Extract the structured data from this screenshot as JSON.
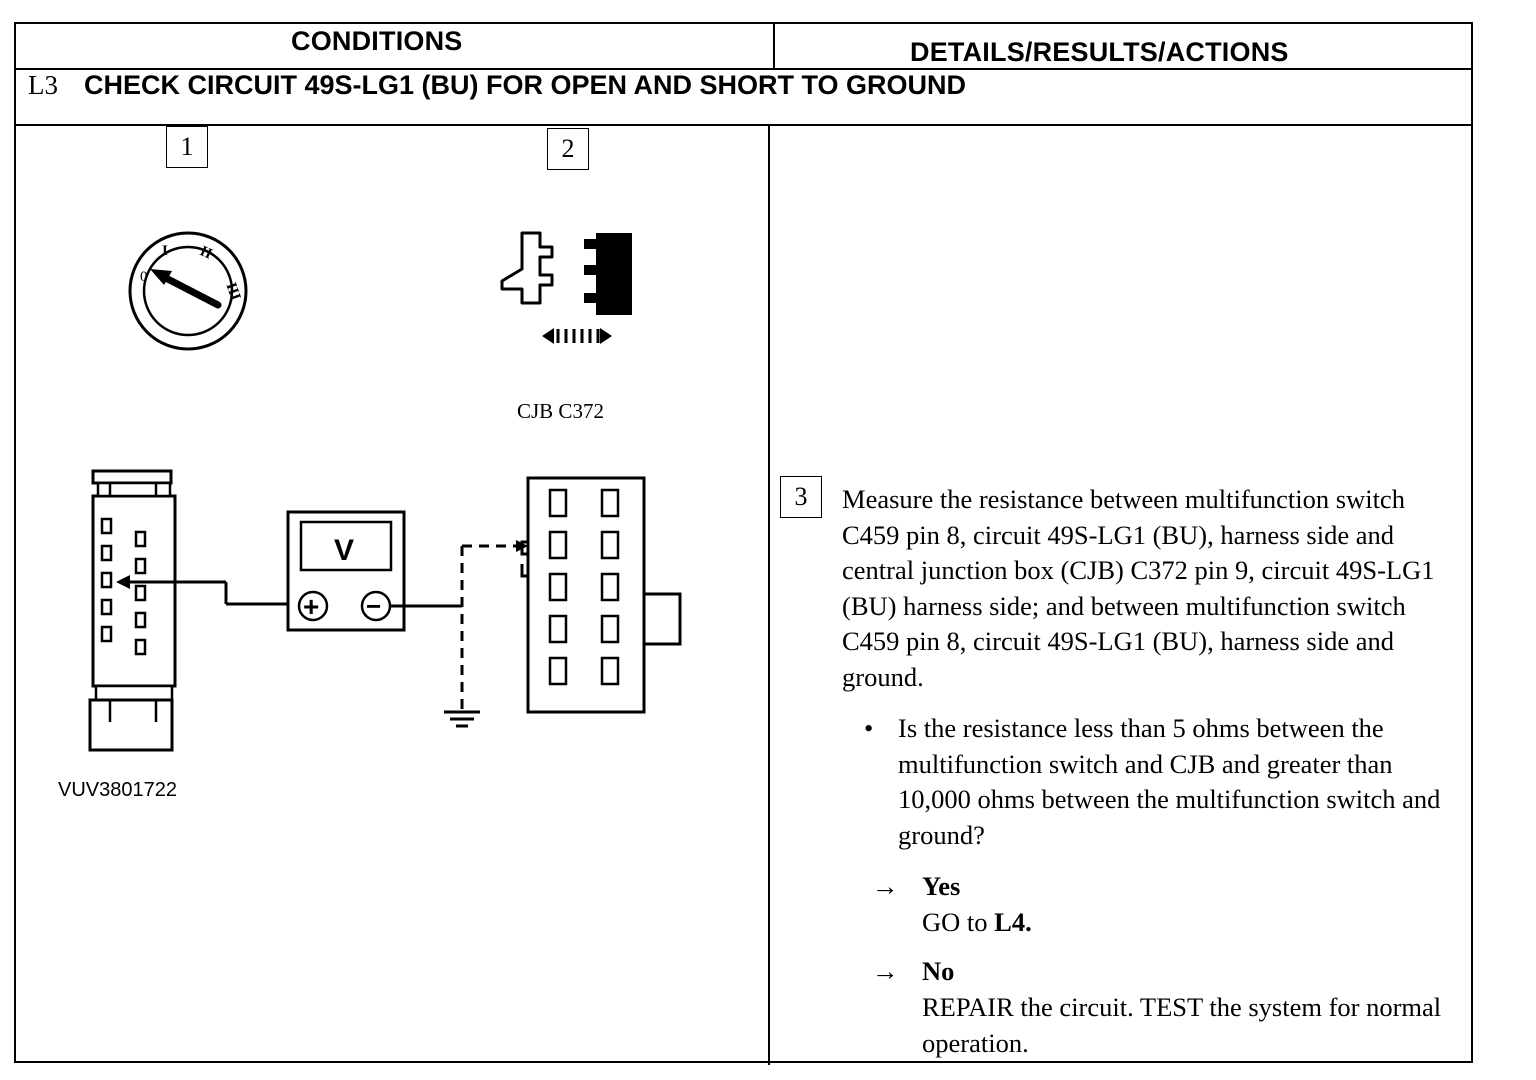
{
  "header": {
    "left": "CONDITIONS",
    "right": "DETAILS/RESULTS/ACTIONS"
  },
  "step": {
    "id": "L3",
    "title": "CHECK CIRCUIT 49S-LG1 (BU) FOR OPEN AND SHORT TO GROUND"
  },
  "figure": {
    "box1": "1",
    "box2": "2",
    "ignition_marks": [
      "0",
      "I",
      "II",
      "III"
    ],
    "connector_label": "CJB C372",
    "meter_label": "V",
    "meter_plus": "+",
    "meter_minus": "−",
    "figure_code": "VUV3801722"
  },
  "details": {
    "step_number": "3",
    "instruction": "Measure the resistance between multifunction switch C459 pin 8, circuit 49S-LG1 (BU), harness side and central junction box (CJB) C372 pin 9, circuit 49S-LG1 (BU) harness side; and between multifunction switch C459 pin 8, circuit 49S-LG1 (BU), harness side and ground.",
    "question_bullet": "•",
    "question": "Is the resistance less than 5 ohms between the multifunction switch and CJB and greater than 10,000 ohms between the multifunction switch and ground?",
    "answers": [
      {
        "arrow": "→",
        "label": "Yes",
        "action_prefix": "GO to ",
        "action_target": "L4.",
        "action_rest": ""
      },
      {
        "arrow": "→",
        "label": "No",
        "action_prefix": "REPAIR the circuit. TEST the system for normal operation.",
        "action_target": "",
        "action_rest": ""
      }
    ]
  }
}
